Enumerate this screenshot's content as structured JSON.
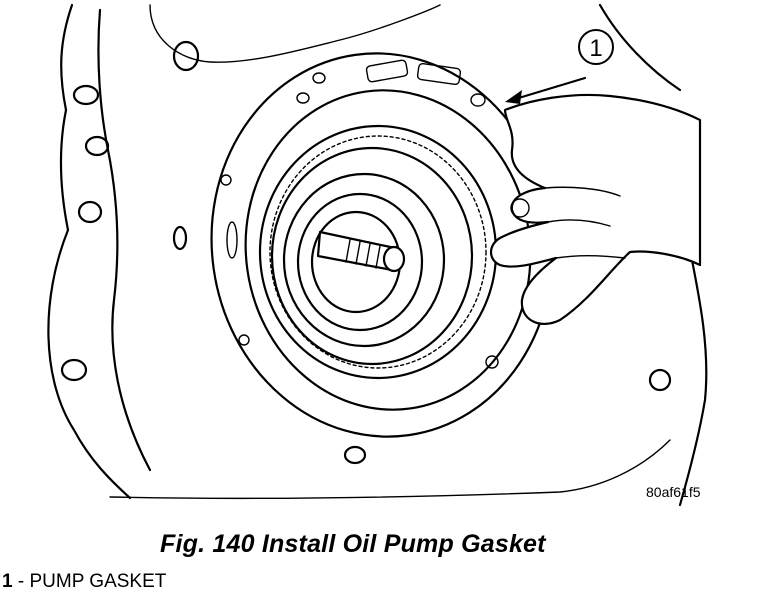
{
  "figure": {
    "callout_number": "1",
    "image_code": "80af61f5",
    "caption": "Fig. 140 Install Oil Pump Gasket",
    "legend": [
      {
        "number": "1",
        "separator": " - ",
        "text": "PUMP GASKET"
      }
    ]
  }
}
